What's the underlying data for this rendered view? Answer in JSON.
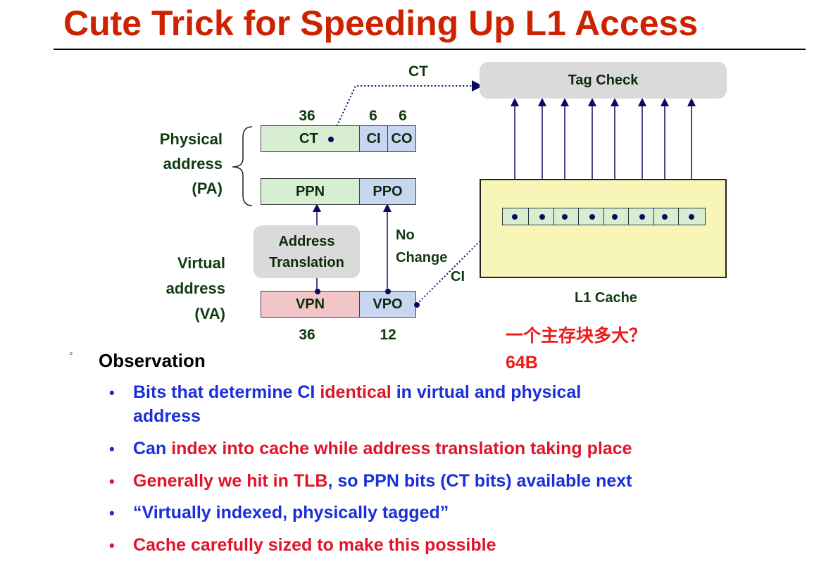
{
  "title": "Cute Trick for Speeding Up L1 Access",
  "diagram": {
    "ct_arrow_label": "CT",
    "tag_check": "Tag Check",
    "pa_widths": [
      "36",
      "6",
      "6"
    ],
    "pa_label": [
      "Physical",
      "address",
      "(PA)"
    ],
    "pa_fields": {
      "ct": "CT",
      "ci": "CI",
      "co": "CO"
    },
    "ppn_fields": {
      "ppn": "PPN",
      "ppo": "PPO"
    },
    "address_translation": [
      "Address",
      "Translation"
    ],
    "no_change": [
      "No",
      "Change"
    ],
    "ci_label": "CI",
    "va_label": [
      "Virtual",
      "address",
      "(VA)"
    ],
    "va_fields": {
      "vpn": "VPN",
      "vpo": "VPO"
    },
    "va_widths": [
      "36",
      "12"
    ],
    "cache_label": "L1 Cache"
  },
  "note": {
    "question": "一个主存块多大？",
    "answer": "64B"
  },
  "observation": {
    "marker": "◦",
    "heading": "Observation",
    "bullets": [
      [
        {
          "t": "Bits that determine CI ",
          "c": "blue"
        },
        {
          "t": "identical",
          "c": "red"
        },
        {
          "t": " in virtual and physical",
          "c": "blue"
        }
      ],
      [
        {
          "t": "address",
          "c": "blue"
        }
      ],
      [
        {
          "t": "Can ",
          "c": "blue"
        },
        {
          "t": "index into cache while address translation taking place",
          "c": "red"
        }
      ],
      [
        {
          "t": "Generally we hit in TLB",
          "c": "red"
        },
        {
          "t": ", so PPN bits (CT bits) available next",
          "c": "blue"
        }
      ],
      [
        {
          "t": "“Virtually indexed, physically tagged”",
          "c": "blue"
        }
      ],
      [
        {
          "t": "Cache carefully sized to make this possible",
          "c": "red"
        }
      ]
    ]
  },
  "colors": {
    "title": "#cc2200",
    "blue_text": "#1a2fd8",
    "red_text": "#e0142a",
    "label_green": "#103a10"
  }
}
